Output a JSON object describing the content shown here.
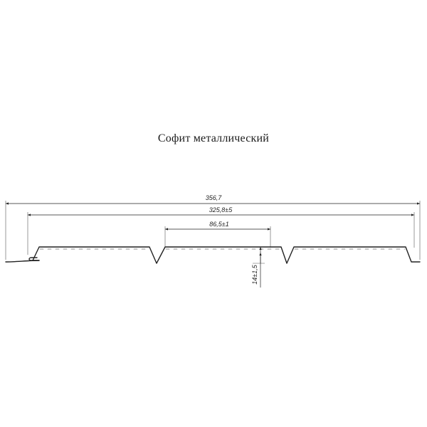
{
  "title": "Софит металлический",
  "dimensions": {
    "overall_width": "356,7",
    "effective_width": "325,8±5",
    "rib_pitch": "86,5±1",
    "rib_height": "14±1,5"
  },
  "colors": {
    "line": "#222222",
    "background": "#ffffff"
  }
}
